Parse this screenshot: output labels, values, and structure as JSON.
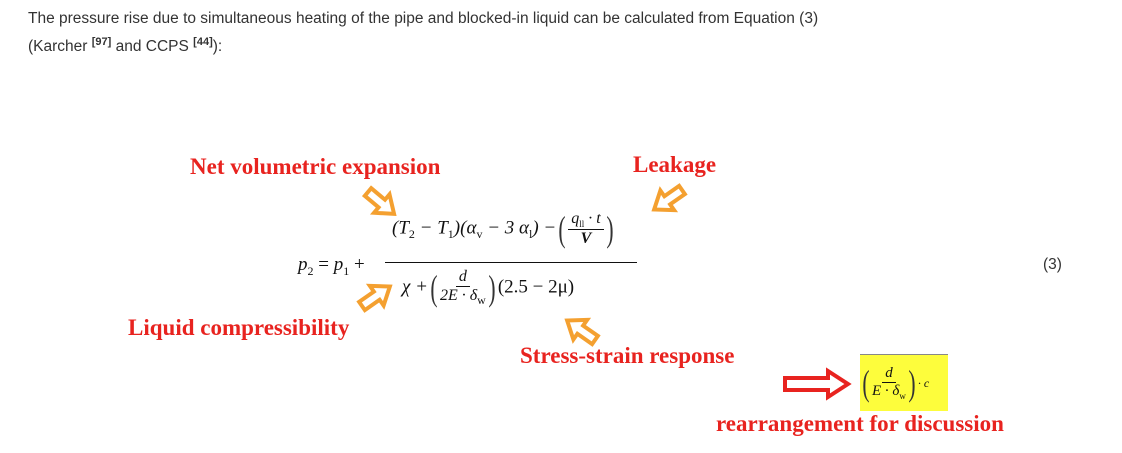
{
  "paragraph": {
    "line1": "The pressure rise due to simultaneous heating of the pipe and blocked-in liquid can be calculated from Equation (3)",
    "line2_prefix": "(Karcher ",
    "ref1": "[97]",
    "line2_mid": " and CCPS ",
    "ref2": "[44]",
    "line2_suffix": "):"
  },
  "equation": {
    "lhs": "p",
    "lhs_sub": "2",
    "p1": "p",
    "p1_sub": "1",
    "numerator_a": "(T",
    "numerator_b": " − T",
    "numerator_c": ")(α",
    "numerator_d": " − 3 α",
    "numerator_e": ") −",
    "leak_num": "q",
    "leak_num_sub": "ll",
    "leak_num_rest": " · t",
    "leak_den": "V",
    "den_a": "χ +",
    "den_frac_num": "d",
    "den_frac_den": "2E · δ",
    "den_frac_den_sub": "w",
    "den_b": "(2.5 − 2μ)",
    "number": "(3)"
  },
  "annotations": {
    "net_volumetric": "Net volumetric expansion",
    "leakage": "Leakage",
    "liquid_compressibility": "Liquid compressibility",
    "stress_strain": "Stress-strain response",
    "rearrangement": "rearrangement for discussion",
    "highlight_num": "d",
    "highlight_den": "E · δ",
    "highlight_den_sub": "w",
    "highlight_suffix": "· c"
  },
  "colors": {
    "label_red": "#e8231f",
    "arrow_orange": "#f4a030",
    "highlight_yellow": "#fdfd3c"
  }
}
